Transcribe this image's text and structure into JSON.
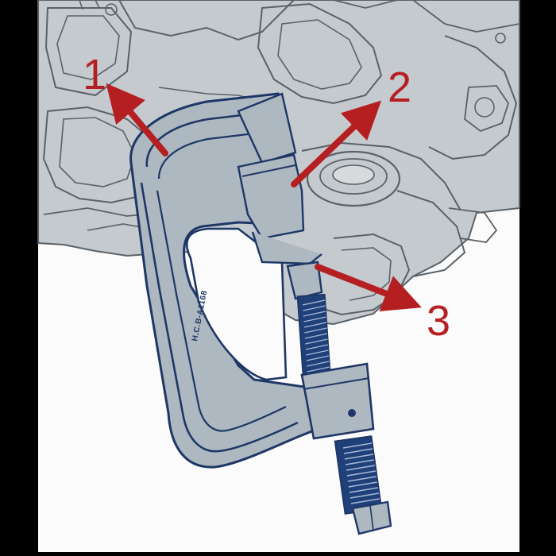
{
  "colors": {
    "frame": "#000000",
    "paper": "#fbfbfb",
    "suspension": "#c5cacf",
    "suspension_line": "#5b6168",
    "tool_body": "#aeb8c0",
    "tool_outline": "#1e3766",
    "screw": "#20407a",
    "arrow": "#b51f22"
  },
  "icons": {
    "tool": "ball-joint-separator-icon",
    "arrow": "arrow-icon"
  },
  "tool": {
    "stamp": "H.C.B-A1168"
  },
  "callouts": [
    {
      "number": "1"
    },
    {
      "number": "2"
    },
    {
      "number": "3"
    }
  ]
}
